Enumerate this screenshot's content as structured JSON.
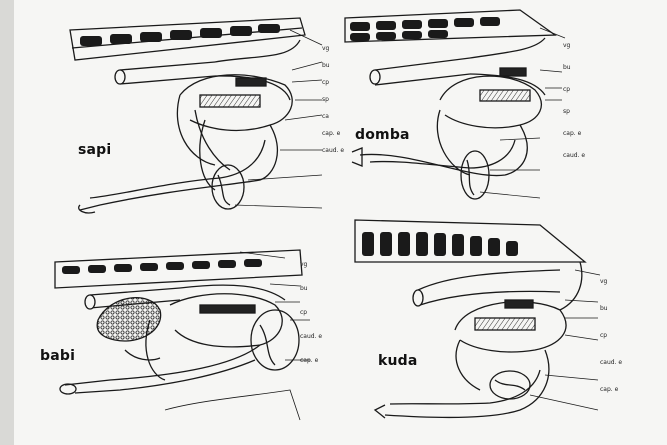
{
  "panels": [
    {
      "id": "sapi",
      "label": "sapi",
      "pointer_labels": [
        "vg",
        "bu",
        "cp",
        "sp",
        "ca",
        "cap. e",
        "caud. e"
      ]
    },
    {
      "id": "domba",
      "label": "domba",
      "pointer_labels": [
        "vg",
        "bu",
        "cp",
        "sp",
        "cap. e",
        "caud. e"
      ]
    },
    {
      "id": "babi",
      "label": "babi",
      "pointer_labels": [
        "vg",
        "bu",
        "cp",
        "caud. e",
        "cap. e"
      ]
    },
    {
      "id": "kuda",
      "label": "kuda",
      "pointer_labels": [
        "vg",
        "bu",
        "cp",
        "caud. e",
        "cap. e"
      ]
    }
  ],
  "colors": {
    "ink": "#1a1a1a",
    "paper": "#f6f6f4",
    "shade": "#2a2a2a"
  }
}
